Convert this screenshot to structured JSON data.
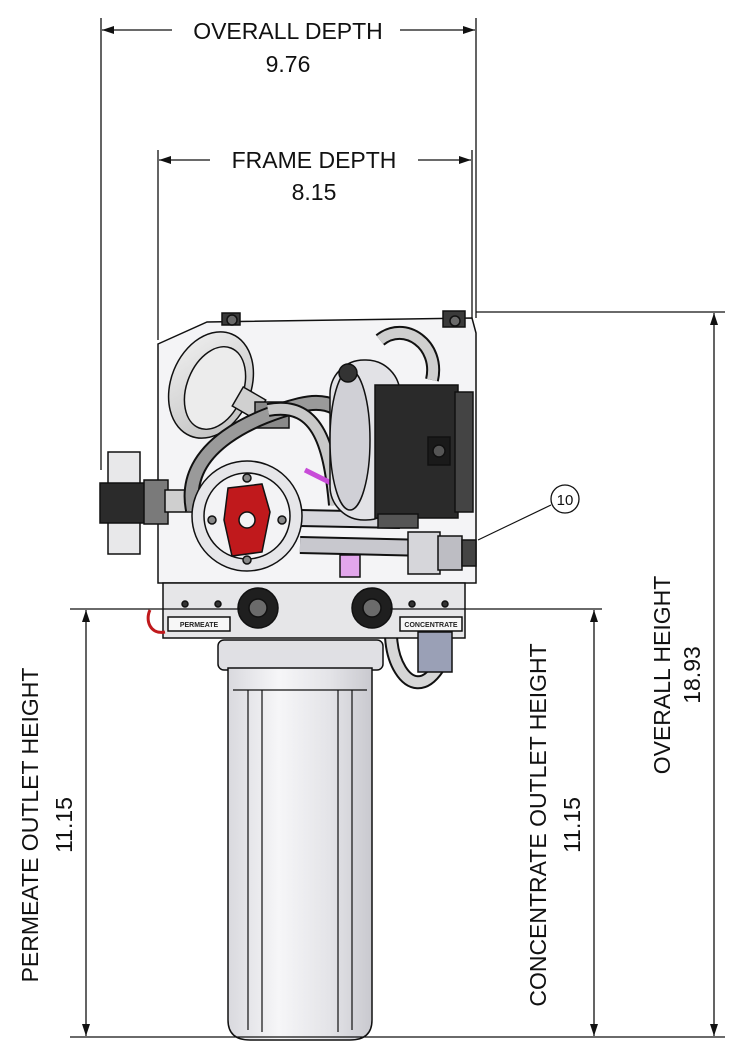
{
  "dimensions": {
    "overall_depth": {
      "label": "OVERALL DEPTH",
      "value": "9.76"
    },
    "frame_depth": {
      "label": "FRAME DEPTH",
      "value": "8.15"
    },
    "overall_height": {
      "label": "OVERALL HEIGHT",
      "value": "18.93"
    },
    "permeate_outlet_height": {
      "label": "PERMEATE OUTLET HEIGHT",
      "value": "11.15"
    },
    "concentrate_outlet_height": {
      "label": "CONCENTRATE OUTLET HEIGHT",
      "value": "11.15"
    }
  },
  "callout": {
    "number": "10"
  },
  "plates": {
    "permeate": "PERMEATE",
    "concentrate": "CONCENTRATE"
  },
  "colors": {
    "line": "#111111",
    "filter_housing": "#e9e9ec",
    "frame": "#f4f4f6",
    "manifold": "#e6e6e8",
    "pump_red": "#c0191c",
    "electrical_box": "#2a2a2a",
    "tubing_accent": "#c84bd8"
  }
}
